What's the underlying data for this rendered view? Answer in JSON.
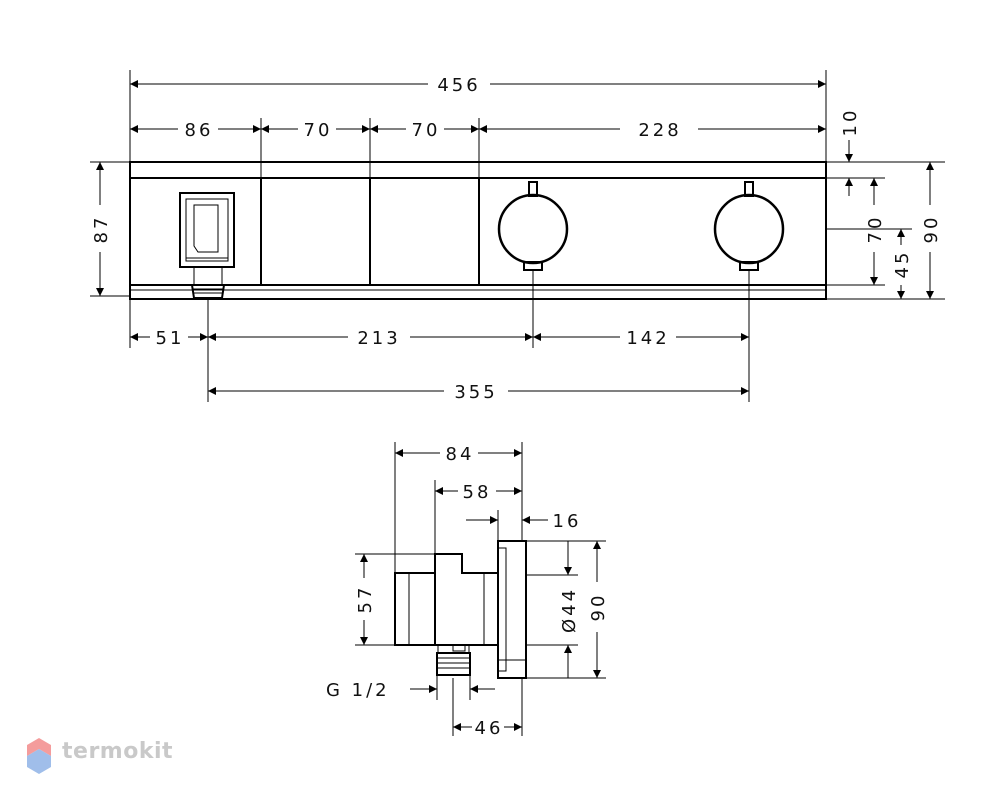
{
  "front_view": {
    "dims": {
      "overall_width": "456",
      "seg1": "86",
      "seg2": "70",
      "seg3": "70",
      "seg4": "228",
      "top_offset": "10",
      "height_left": "87",
      "height_inner": "70",
      "height_knob": "45",
      "height_total": "90",
      "bottom_left": "51",
      "bottom_mid": "213",
      "bottom_right": "142",
      "bottom_span": "355"
    }
  },
  "side_view": {
    "dims": {
      "depth_total": "84",
      "depth_body": "58",
      "plate": "16",
      "height_body": "57",
      "diameter": "Ø44",
      "height_total": "90",
      "thread": "G 1/2",
      "offset": "46"
    }
  },
  "brand": {
    "name": "termokit",
    "colors": {
      "logo_top": "#f28b8b",
      "logo_bottom": "#8fb3e6"
    }
  }
}
